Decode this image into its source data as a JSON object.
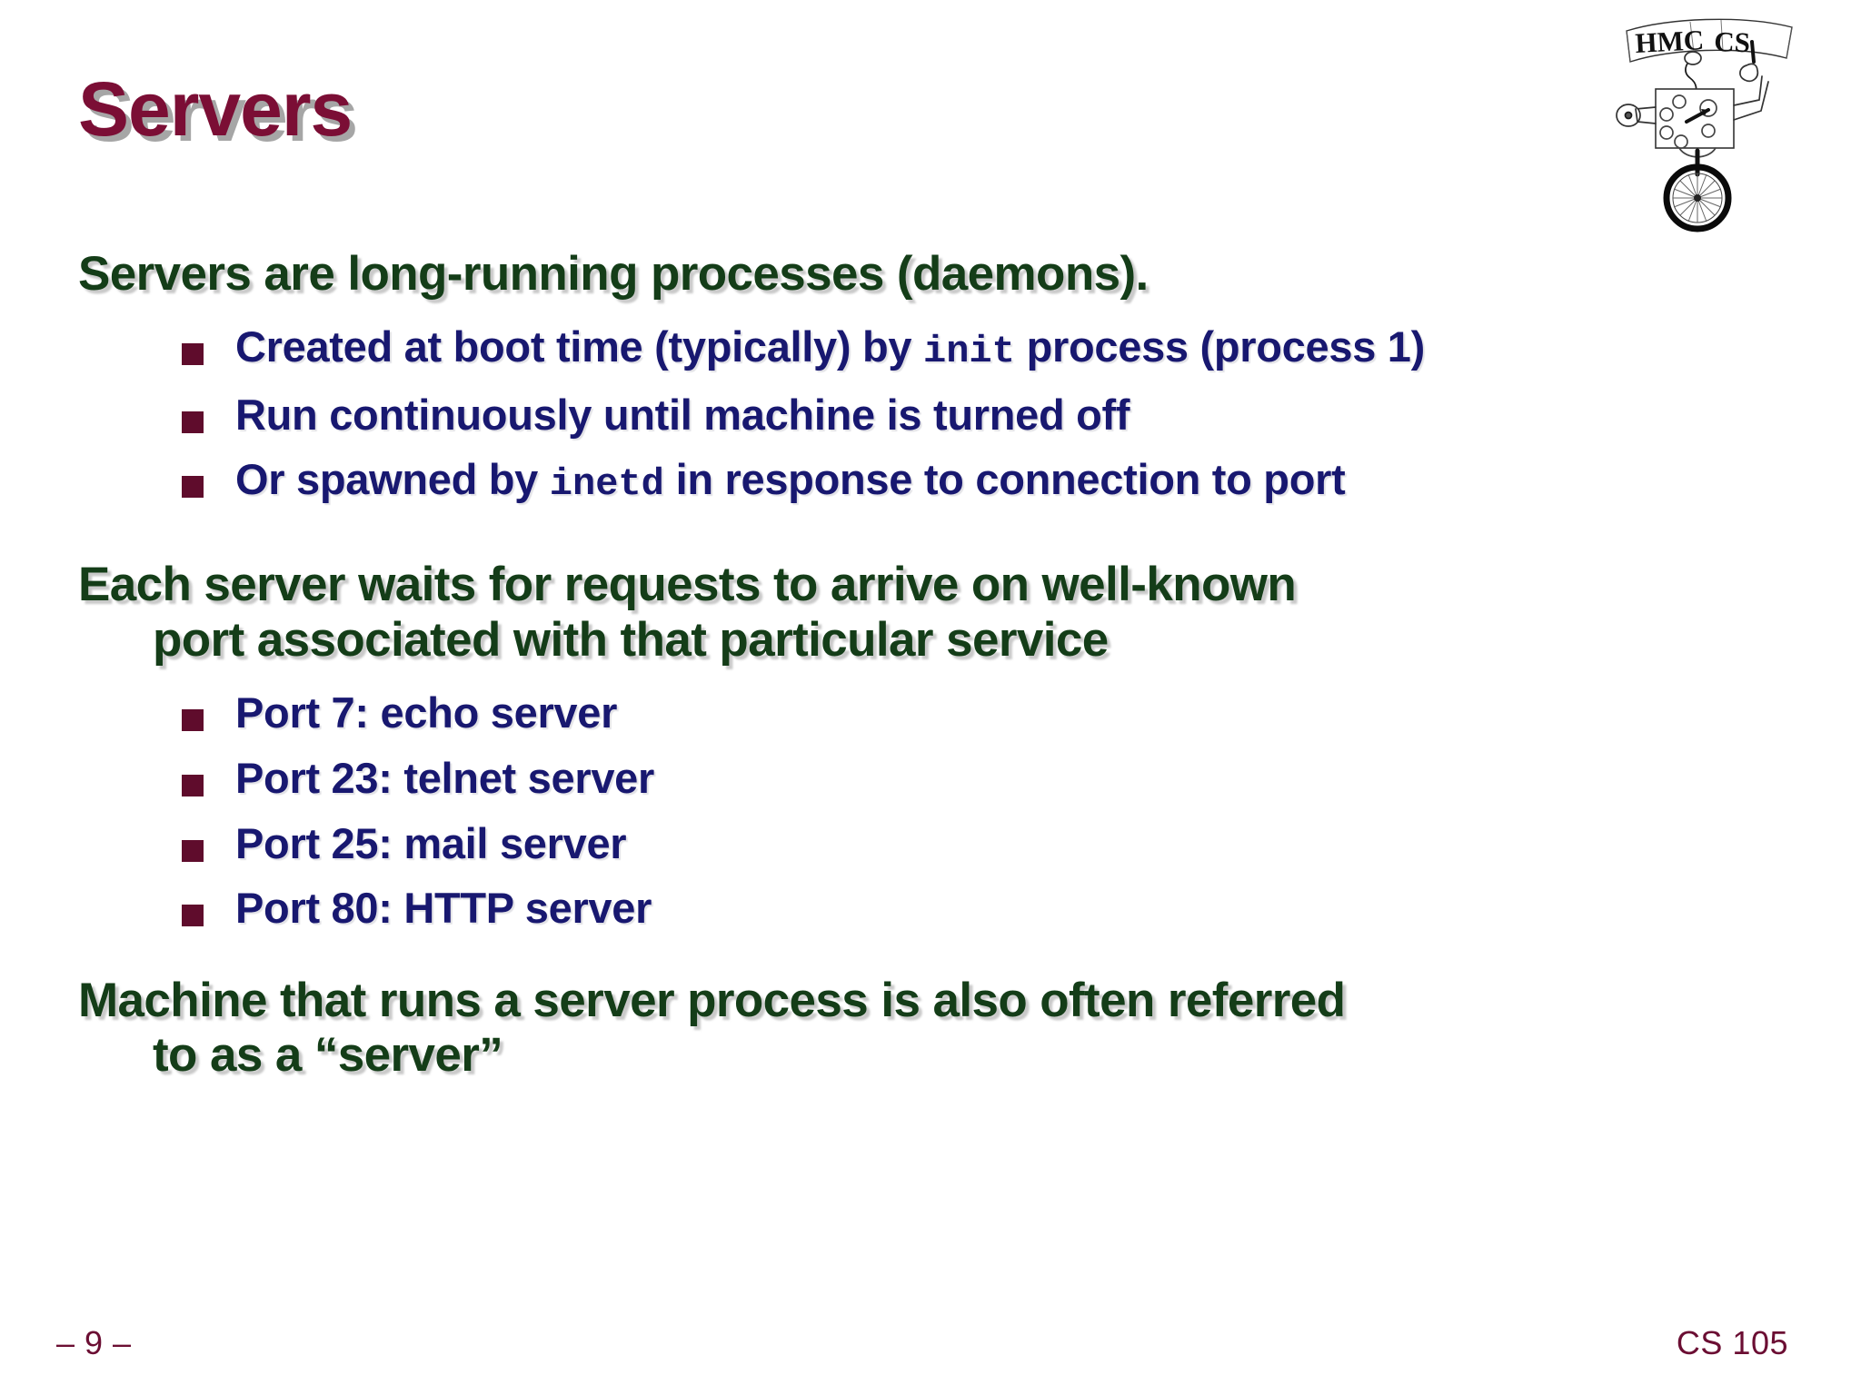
{
  "slide": {
    "title": "Servers",
    "logo_alt": "HMC CS unicycle robot logo",
    "logo_banner_text": "HMC  CS"
  },
  "colors": {
    "title_maroon": "#7B0E35",
    "heading_green": "#143D18",
    "body_navy": "#181870",
    "bullet_maroon": "#5F0C2C",
    "footer_maroon": "#6B0E33",
    "background": "#ffffff",
    "shadow_gray": "#9a9a9a"
  },
  "content": {
    "section1": {
      "heading": "Servers are long-running processes (daemons).",
      "bullets": [
        {
          "pre": "Created at boot time (typically) by ",
          "code": "init",
          "post": " process (process 1)"
        },
        {
          "pre": "Run continuously until machine is turned off",
          "code": "",
          "post": ""
        },
        {
          "pre": "Or spawned by ",
          "code": "inetd",
          "post": " in response to connection to port"
        }
      ]
    },
    "section2": {
      "heading_line1": "Each server waits for requests to arrive on well-known",
      "heading_line2": "port associated with that particular service",
      "bullets": [
        {
          "pre": "Port 7: echo server",
          "code": "",
          "post": ""
        },
        {
          "pre": "Port 23: telnet server",
          "code": "",
          "post": ""
        },
        {
          "pre": "Port 25: mail server",
          "code": "",
          "post": ""
        },
        {
          "pre": "Port 80: HTTP server",
          "code": "",
          "post": ""
        }
      ]
    },
    "section3": {
      "heading_line1": "Machine that runs a server process is also often  referred",
      "heading_line2": "to as a “server”"
    }
  },
  "footer": {
    "page_number": "– 9 –",
    "course": "CS 105"
  }
}
